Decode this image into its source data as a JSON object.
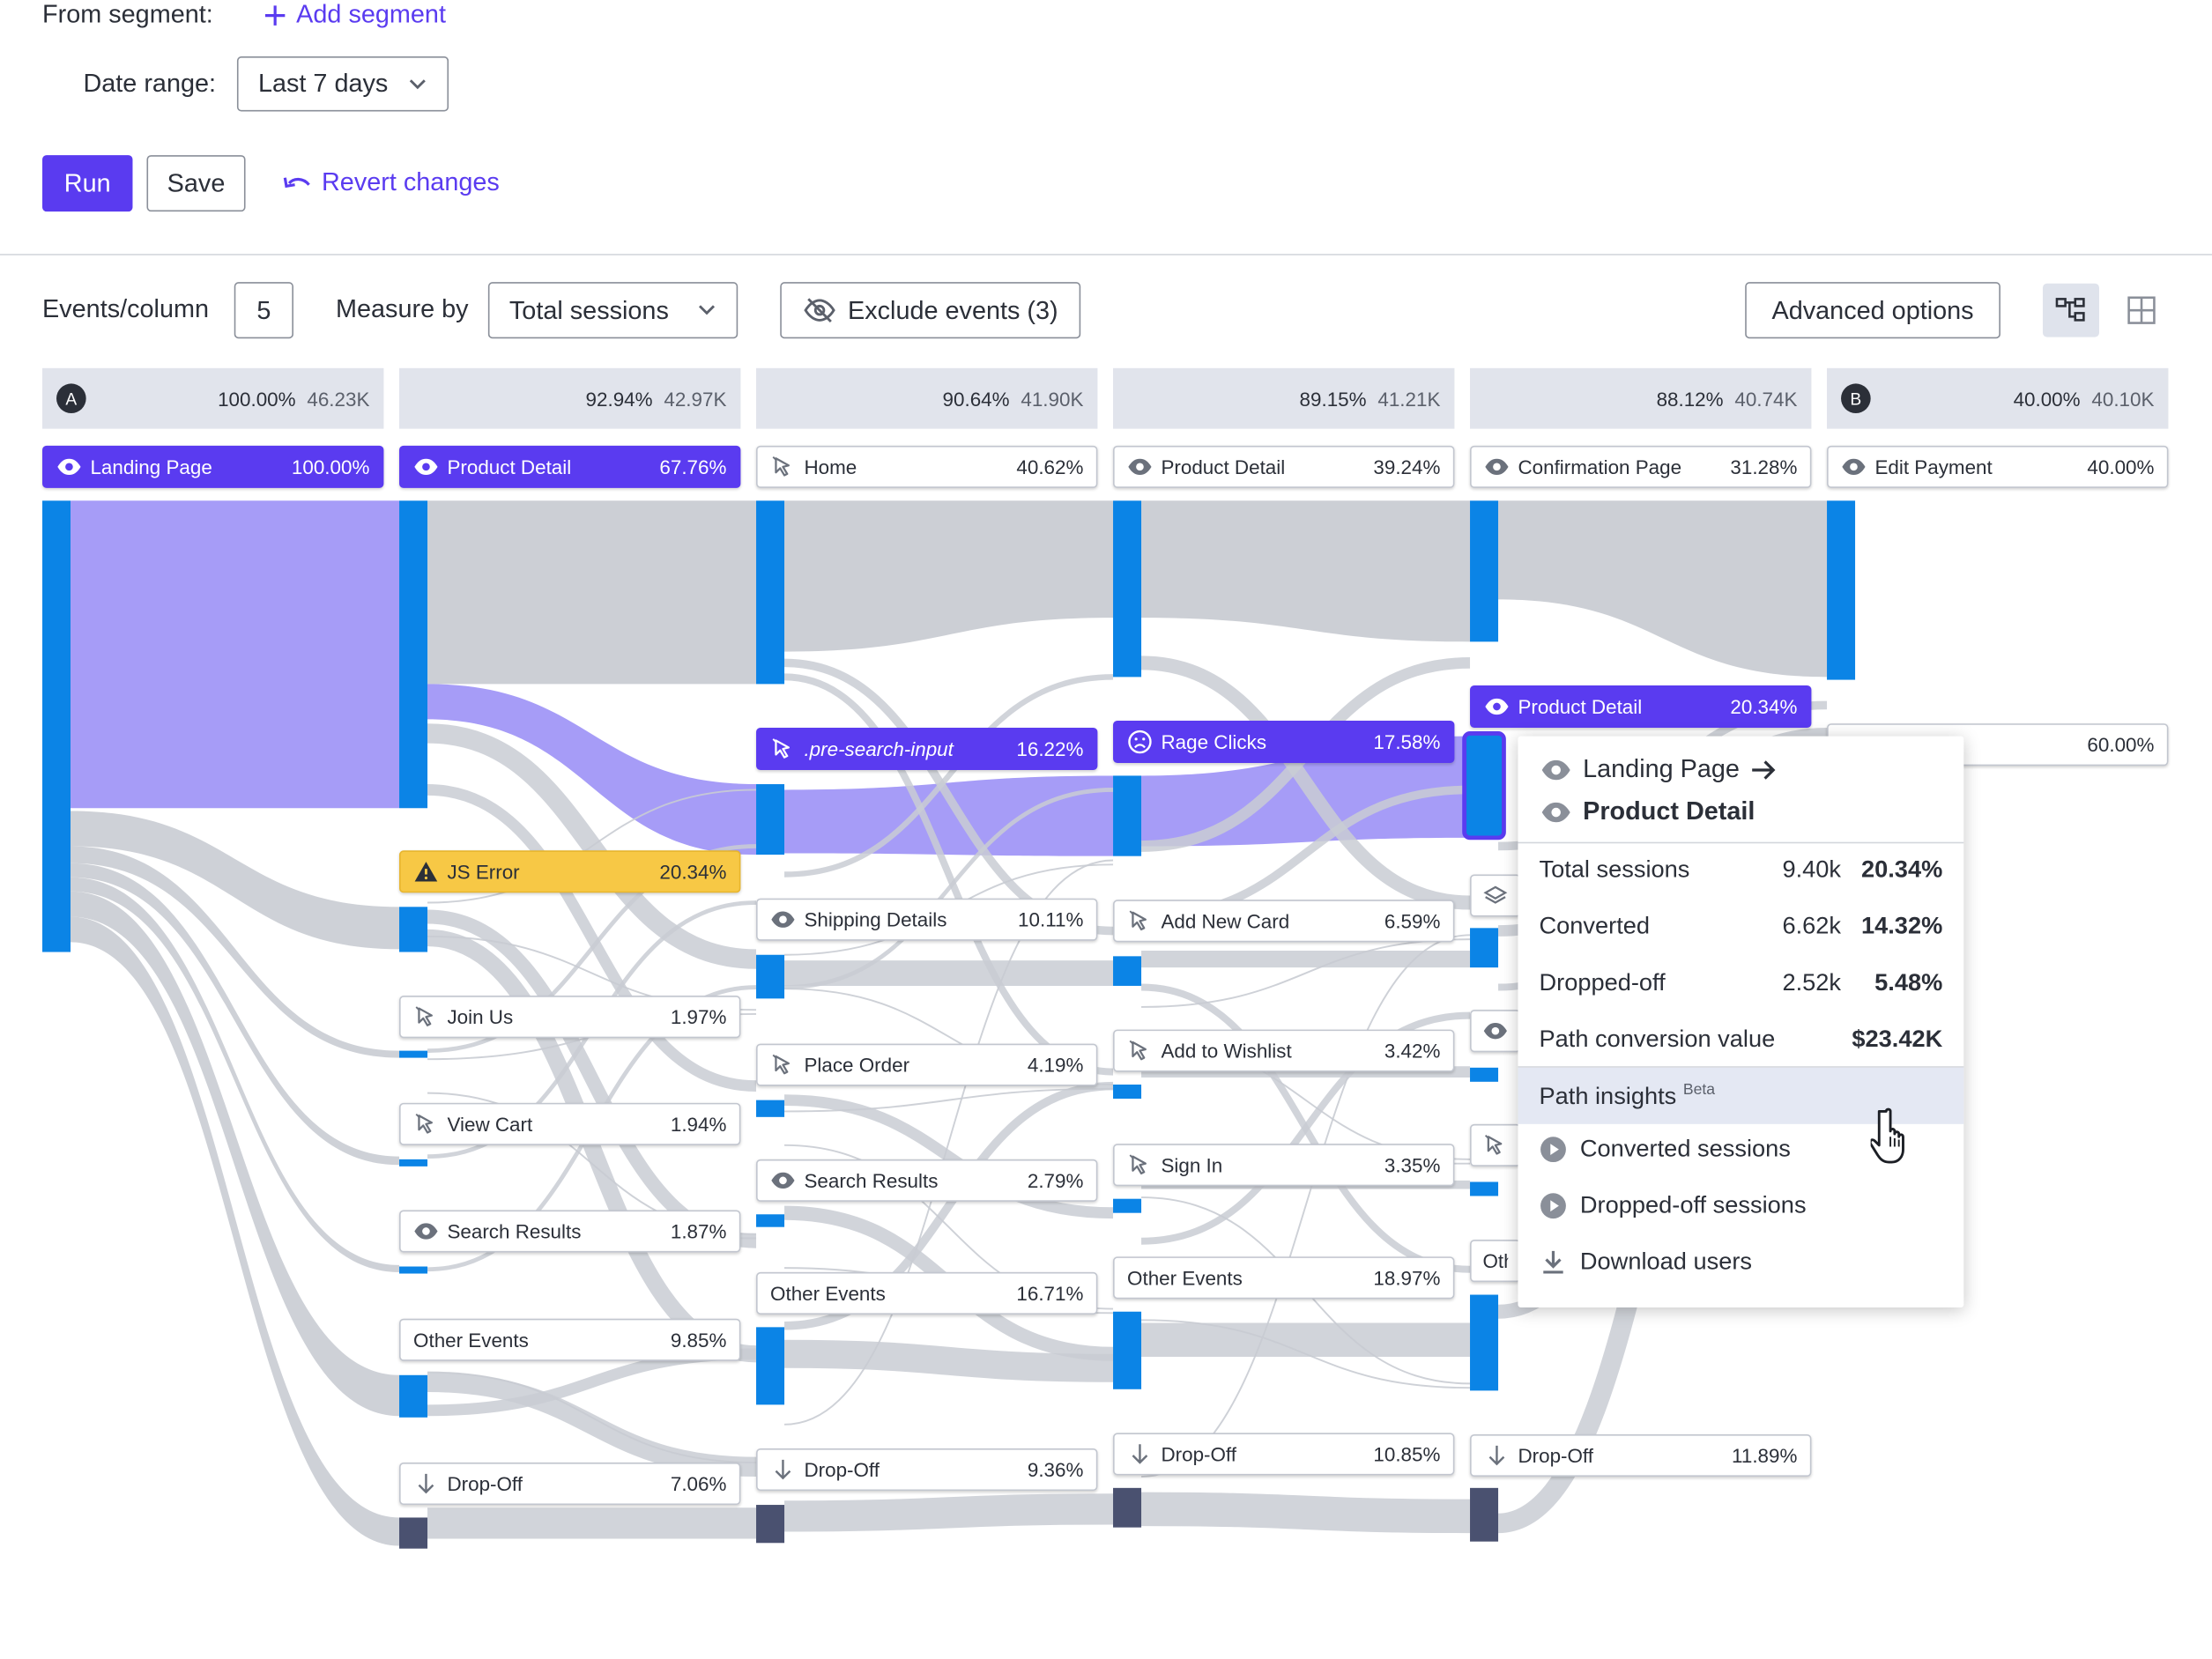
{
  "header": {
    "from_segment_label": "From segment:",
    "add_segment_label": "Add segment",
    "date_range_label": "Date range:",
    "date_range_value": "Last 7 days",
    "run_label": "Run",
    "save_label": "Save",
    "revert_label": "Revert changes"
  },
  "toolbar": {
    "events_per_column_label": "Events/column",
    "events_per_column_value": "5",
    "measure_by_label": "Measure by",
    "measure_by_value": "Total sessions",
    "exclude_events_label": "Exclude events (3)",
    "advanced_options_label": "Advanced options",
    "view_modes": [
      "tree-view-icon",
      "grid-view-icon"
    ],
    "active_view": "tree-view-icon"
  },
  "colors": {
    "accent": "#5a3bf0",
    "node_bar": "#0b84e6",
    "dropoff_bar": "#4a5170",
    "flow_gray": "#c9ccd3",
    "flow_highlight": "#a69cf7",
    "warning": "#f7c845"
  },
  "columns": [
    {
      "badge": "A",
      "pct": "100.00%",
      "count": "46.23K"
    },
    {
      "badge": "",
      "pct": "92.94%",
      "count": "42.97K"
    },
    {
      "badge": "",
      "pct": "90.64%",
      "count": "41.90K"
    },
    {
      "badge": "",
      "pct": "89.15%",
      "count": "41.21K"
    },
    {
      "badge": "",
      "pct": "88.12%",
      "count": "40.74K"
    },
    {
      "badge": "B",
      "pct": "40.00%",
      "count": "40.10K"
    }
  ],
  "nodes": [
    {
      "col": 0,
      "name": "Landing Page",
      "pct": "100.00%",
      "icon": "eye-icon",
      "state": "selected"
    },
    {
      "col": 1,
      "name": "Product Detail",
      "pct": "67.76%",
      "icon": "eye-icon",
      "state": "selected"
    },
    {
      "col": 1,
      "name": "JS Error",
      "pct": "20.34%",
      "icon": "warning-icon",
      "state": "warning"
    },
    {
      "col": 1,
      "name": "Join Us",
      "pct": "1.97%",
      "icon": "cursor-icon",
      "state": ""
    },
    {
      "col": 1,
      "name": "View Cart",
      "pct": "1.94%",
      "icon": "cursor-icon",
      "state": ""
    },
    {
      "col": 1,
      "name": "Search Results",
      "pct": "1.87%",
      "icon": "eye-icon",
      "state": ""
    },
    {
      "col": 1,
      "name": "Other Events",
      "pct": "9.85%",
      "icon": "",
      "state": ""
    },
    {
      "col": 1,
      "name": "Drop-Off",
      "pct": "7.06%",
      "icon": "arrow-down-icon",
      "state": ""
    },
    {
      "col": 2,
      "name": "Home",
      "pct": "40.62%",
      "icon": "cursor-icon",
      "state": ""
    },
    {
      "col": 2,
      "name": ".pre-search-input",
      "pct": "16.22%",
      "icon": "cursor-icon",
      "state": "selected-italic"
    },
    {
      "col": 2,
      "name": "Shipping Details",
      "pct": "10.11%",
      "icon": "eye-icon",
      "state": ""
    },
    {
      "col": 2,
      "name": "Place Order",
      "pct": "4.19%",
      "icon": "cursor-icon",
      "state": ""
    },
    {
      "col": 2,
      "name": "Search Results",
      "pct": "2.79%",
      "icon": "eye-icon",
      "state": ""
    },
    {
      "col": 2,
      "name": "Other Events",
      "pct": "16.71%",
      "icon": "",
      "state": ""
    },
    {
      "col": 2,
      "name": "Drop-Off",
      "pct": "9.36%",
      "icon": "arrow-down-icon",
      "state": ""
    },
    {
      "col": 3,
      "name": "Product Detail",
      "pct": "39.24%",
      "icon": "eye-icon",
      "state": ""
    },
    {
      "col": 3,
      "name": "Rage Clicks",
      "pct": "17.58%",
      "icon": "frown-icon",
      "state": "selected"
    },
    {
      "col": 3,
      "name": "Add New Card",
      "pct": "6.59%",
      "icon": "cursor-icon",
      "state": ""
    },
    {
      "col": 3,
      "name": "Add to Wishlist",
      "pct": "3.42%",
      "icon": "cursor-icon",
      "state": ""
    },
    {
      "col": 3,
      "name": "Sign In",
      "pct": "3.35%",
      "icon": "cursor-icon",
      "state": ""
    },
    {
      "col": 3,
      "name": "Other Events",
      "pct": "18.97%",
      "icon": "",
      "state": ""
    },
    {
      "col": 3,
      "name": "Drop-Off",
      "pct": "10.85%",
      "icon": "arrow-down-icon",
      "state": ""
    },
    {
      "col": 4,
      "name": "Confirmation Page",
      "pct": "31.28%",
      "icon": "eye-icon",
      "state": ""
    },
    {
      "col": 4,
      "name": "Product Detail",
      "pct": "20.34%",
      "icon": "eye-icon",
      "state": "selected"
    },
    {
      "col": 4,
      "name": "",
      "pct": "",
      "icon": "layers-icon",
      "state": ""
    },
    {
      "col": 4,
      "name": "",
      "pct": "",
      "icon": "eye-icon",
      "state": ""
    },
    {
      "col": 4,
      "name": "",
      "pct": "",
      "icon": "cursor-icon",
      "state": ""
    },
    {
      "col": 4,
      "name": "Oth",
      "pct": "",
      "icon": "",
      "state": ""
    },
    {
      "col": 4,
      "name": "Drop-Off",
      "pct": "11.89%",
      "icon": "arrow-down-icon",
      "state": ""
    },
    {
      "col": 5,
      "name": "Edit Payment",
      "pct": "40.00%",
      "icon": "eye-icon",
      "state": ""
    },
    {
      "col": 5,
      "name": "",
      "pct": "60.00%",
      "icon": "",
      "state": ""
    }
  ],
  "popup": {
    "path_from": "Landing Page",
    "path_to": "Product Detail",
    "stats": [
      {
        "name": "Total sessions",
        "value": "9.40k",
        "pct": "20.34%"
      },
      {
        "name": "Converted",
        "value": "6.62k",
        "pct": "14.32%"
      },
      {
        "name": "Dropped-off",
        "value": "2.52k",
        "pct": "5.48%"
      },
      {
        "name": "Path conversion value",
        "value": "",
        "pct": "$23.42K"
      }
    ],
    "insights_label": "Path insights",
    "insights_badge": "Beta",
    "actions": [
      {
        "label": "Converted sessions",
        "icon": "play-circle-icon"
      },
      {
        "label": "Dropped-off sessions",
        "icon": "play-circle-icon"
      },
      {
        "label": "Download users",
        "icon": "download-icon"
      }
    ]
  }
}
